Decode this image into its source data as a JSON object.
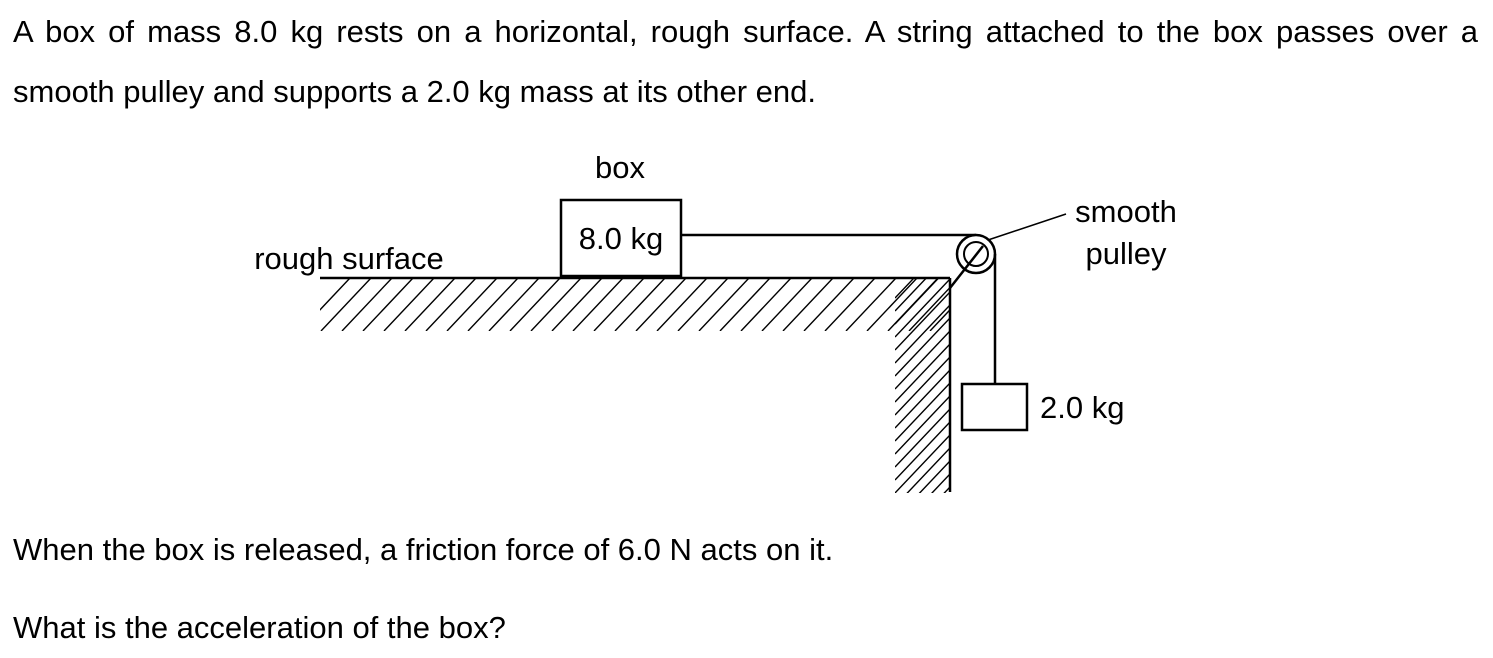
{
  "question": {
    "intro": "A box of mass 8.0 kg rests on a horizontal, rough surface. A string attached to the box passes over a smooth pulley and supports a 2.0 kg mass at its other end.",
    "friction": "When the box is released, a friction force of 6.0 N acts on it.",
    "prompt": "What is the acceleration of the box?"
  },
  "diagram": {
    "box_label": "box",
    "box_mass": "8.0 kg",
    "surface_label": "rough surface",
    "pulley_label_line1": "smooth",
    "pulley_label_line2": "pulley",
    "hanging_mass": "2.0 kg"
  }
}
